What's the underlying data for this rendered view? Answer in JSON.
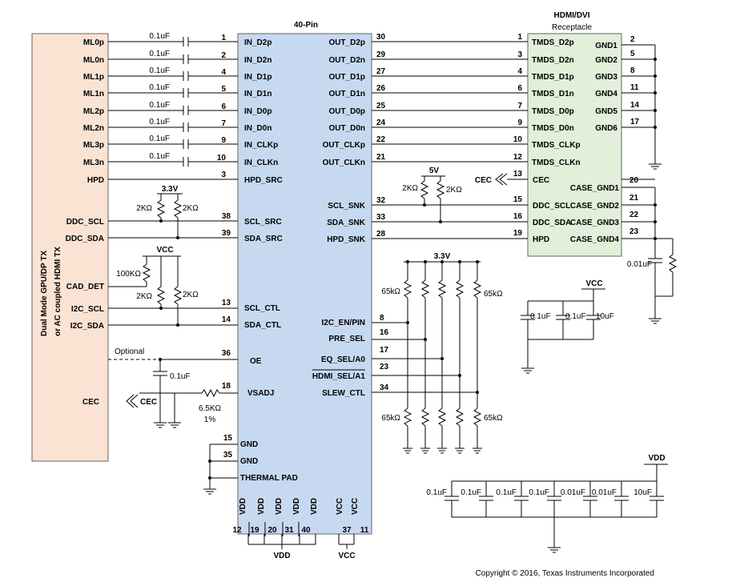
{
  "title": "40-Pin",
  "connector": {
    "title": "HDMI/DVI",
    "subtitle": "Receptacle"
  },
  "source_label": [
    "Dual Mode GPU/DP TX",
    "or AC coupled HDMI TX"
  ],
  "copyright": "Copyright © 2016, Texas Instruments Incorporated",
  "left_inputs": [
    {
      "net": "ML0p",
      "cap": "0.1uF",
      "pin": "1",
      "name": "IN_D2p"
    },
    {
      "net": "ML0n",
      "cap": "0.1uF",
      "pin": "2",
      "name": "IN_D2n"
    },
    {
      "net": "ML1p",
      "cap": "0.1uF",
      "pin": "4",
      "name": "IN_D1p"
    },
    {
      "net": "ML1n",
      "cap": "0.1uF",
      "pin": "5",
      "name": "IN_D1n"
    },
    {
      "net": "ML2p",
      "cap": "0.1uF",
      "pin": "6",
      "name": "IN_D0p"
    },
    {
      "net": "ML2n",
      "cap": "0.1uF",
      "pin": "7",
      "name": "IN_D0n"
    },
    {
      "net": "ML3p",
      "cap": "0.1uF",
      "pin": "9",
      "name": "IN_CLKp"
    },
    {
      "net": "ML3n",
      "cap": "0.1uF",
      "pin": "10",
      "name": "IN_CLKn"
    }
  ],
  "outputs": [
    {
      "pin": "30",
      "name": "OUT_D2p",
      "cpin": "1",
      "cname": "TMDS_D2p"
    },
    {
      "pin": "29",
      "name": "OUT_D2n",
      "cpin": "3",
      "cname": "TMDS_D2n"
    },
    {
      "pin": "27",
      "name": "OUT_D1p",
      "cpin": "4",
      "cname": "TMDS_D1p"
    },
    {
      "pin": "26",
      "name": "OUT_D1n",
      "cpin": "6",
      "cname": "TMDS_D1n"
    },
    {
      "pin": "25",
      "name": "OUT_D0p",
      "cpin": "7",
      "cname": "TMDS_D0p"
    },
    {
      "pin": "24",
      "name": "OUT_D0n",
      "cpin": "9",
      "cname": "TMDS_D0n"
    },
    {
      "pin": "22",
      "name": "OUT_CLKp",
      "cpin": "10",
      "cname": "TMDS_CLKp"
    },
    {
      "pin": "21",
      "name": "OUT_CLKn",
      "cpin": "12",
      "cname": "TMDS_CLKn"
    }
  ],
  "gnd_pins": [
    {
      "name": "GND1",
      "pin": "2"
    },
    {
      "name": "GND2",
      "pin": "5"
    },
    {
      "name": "GND3",
      "pin": "8"
    },
    {
      "name": "GND4",
      "pin": "11"
    },
    {
      "name": "GND5",
      "pin": "14"
    },
    {
      "name": "GND6",
      "pin": "17"
    }
  ],
  "connector_lower": [
    {
      "left": "CEC",
      "lpin": "13",
      "right": "CASE_GND1",
      "rpin": "20"
    },
    {
      "left": "DDC_SCL",
      "lpin": "15",
      "right": "CASE_GND2",
      "rpin": "21"
    },
    {
      "left": "DDC_SDA",
      "lpin": "16",
      "right": "CASE_GND3",
      "rpin": "22"
    },
    {
      "left": "HPD",
      "lpin": "19",
      "right": "CASE_GND4",
      "rpin": "23"
    }
  ],
  "chip_left_misc": [
    {
      "pin": "3",
      "name": "HPD_SRC",
      "net": "HPD"
    },
    {
      "pin": "38",
      "name": "SCL_SRC",
      "net": "DDC_SCL"
    },
    {
      "pin": "39",
      "name": "SDA_SRC",
      "net": "DDC_SDA"
    },
    {
      "pin": "13",
      "name": "SCL_CTL",
      "net": "I2C_SCL"
    },
    {
      "pin": "14",
      "name": "SDA_CTL",
      "net": "I2C_SDA"
    },
    {
      "pin": "36",
      "name": "OE",
      "net": "Optional"
    },
    {
      "pin": "18",
      "name": "VSADJ",
      "net": "CEC"
    }
  ],
  "chip_right_misc": [
    {
      "pin": "32",
      "name": "SCL_SNK"
    },
    {
      "pin": "33",
      "name": "SDA_SNK"
    },
    {
      "pin": "28",
      "name": "HPD_SNK"
    },
    {
      "pin": "8",
      "name": "I2C_EN/PIN"
    },
    {
      "pin": "16",
      "name": "PRE_SEL"
    },
    {
      "pin": "17",
      "name": "EQ_SEL/A0"
    },
    {
      "pin": "23",
      "name": "HDMI_SEL/A1"
    },
    {
      "pin": "34",
      "name": "SLEW_CTL"
    }
  ],
  "gnd_left": [
    {
      "pin": "15",
      "name": "GND"
    },
    {
      "pin": "35",
      "name": "GND"
    },
    {
      "pin": "",
      "name": "THERMAL PAD"
    }
  ],
  "bottom_pins": {
    "vdd_names": [
      "VDD",
      "VDD",
      "VDD",
      "VDD",
      "VDD"
    ],
    "vcc_names": [
      "VCC",
      "VCC"
    ],
    "vdd_numbers": [
      "12",
      "19",
      "20",
      "31",
      "40"
    ],
    "vcc_numbers": [
      "37",
      "11"
    ],
    "vdd_label": "VDD",
    "vcc_label": "VCC"
  },
  "labels": {
    "hpd": "HPD",
    "ddc_scl": "DDC_SCL",
    "ddc_sda": "DDC_SDA",
    "cad_det": "CAD_DET",
    "i2c_scl": "I2C_SCL",
    "i2c_sda": "I2C_SDA",
    "cec": "CEC",
    "cec_sym": "CEC",
    "cec_conn": "CEC",
    "optional": "Optional",
    "v33_a": "3.3V",
    "v33_b": "3.3V",
    "v5": "5V",
    "vcc_a": "VCC",
    "vcc_b": "VCC",
    "vdd_b": "VDD",
    "r2k_a": "2KΩ",
    "r2k_b": "2KΩ",
    "r2k_c": "2KΩ",
    "r2k_d": "2KΩ",
    "r2k_e": "2KΩ",
    "r2k_f": "2KΩ",
    "r100k": "100KΩ",
    "r65k_a": "65kΩ",
    "r65k_b": "65kΩ",
    "r65k_c": "65kΩ",
    "r65k_d": "65kΩ",
    "c_oe": "0.1uF",
    "r_vsadj": "6.5KΩ",
    "r_vsadj_tol": "1%",
    "c_case": "0.01uF",
    "vcc_caps": [
      "0.1uF",
      "0.1uF",
      "10uF"
    ],
    "vdd_caps": [
      "0.1uF",
      "0.1uF",
      "0.1uF",
      "0.1uF",
      "0.01uF",
      "0.01uF",
      "10uF"
    ]
  }
}
